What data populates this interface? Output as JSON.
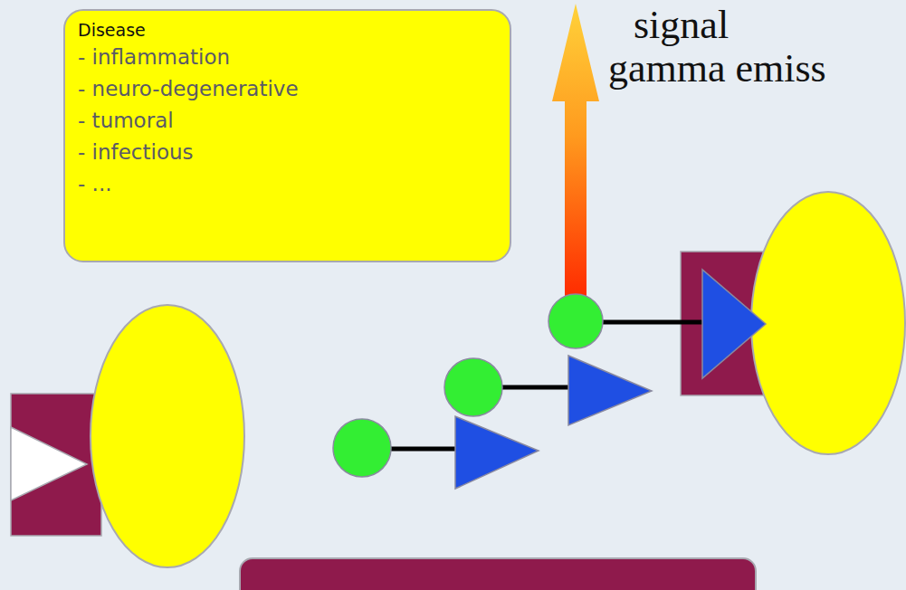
{
  "diagram": {
    "nodes": [
      {
        "text": [
          "Disease",
          "- inflammation",
          "- neuro-degenerative",
          "- tumoral",
          "- infectious",
          "- ..."
        ]
      }
    ],
    "edges": [],
    "labels": [
      "signal",
      "gamma emiss"
    ]
  }
}
